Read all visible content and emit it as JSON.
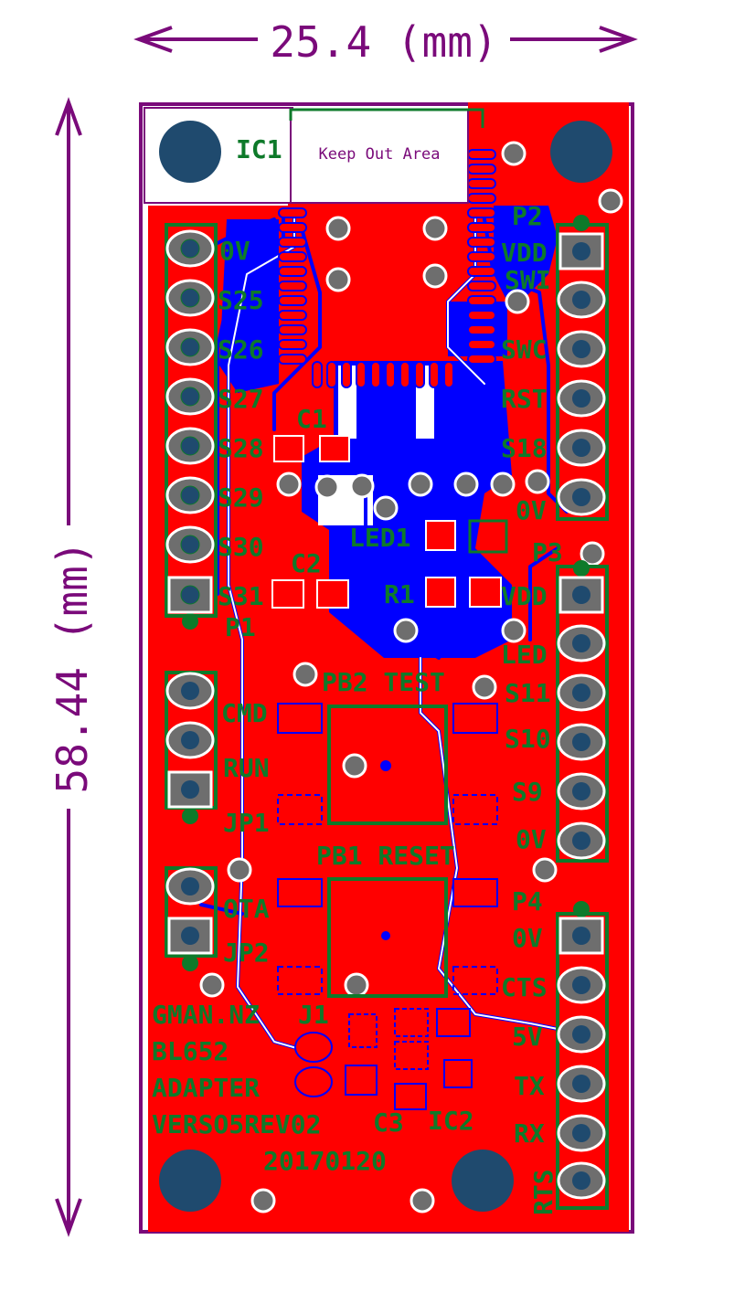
{
  "dimensions": {
    "width": "25.4 (mm)",
    "height": "58.44 (mm)"
  },
  "keepout": "Keep Out Area",
  "ic1": "IC1",
  "headers": {
    "p1": {
      "name": "P1",
      "pins": [
        "0V",
        "S25",
        "S26",
        "S27",
        "S28",
        "S29",
        "S30",
        "S31"
      ]
    },
    "jp1": {
      "name": "JP1",
      "pins": [
        "CMD",
        "RUN"
      ]
    },
    "jp2": {
      "name": "JP2",
      "pins": [
        "OTA"
      ]
    },
    "p2": {
      "name": "P2",
      "pins": [
        "VDD",
        "SWI",
        "SWC",
        "RST",
        "S18",
        "0V"
      ]
    },
    "p3": {
      "name": "P3",
      "pins": [
        "VDD",
        "LED",
        "S11",
        "S10",
        "S9",
        "0V"
      ]
    },
    "p4": {
      "name": "P4",
      "pins": [
        "0V",
        "CTS",
        "5V",
        "TX",
        "RX",
        "RTS"
      ]
    }
  },
  "components": {
    "c1": "C1",
    "c2": "C2",
    "led1": "LED1",
    "r1": "R1",
    "pb2": "PB2 TEST",
    "pb1": "PB1 RESET",
    "j1": "J1",
    "c3": "C3",
    "ic2": "IC2"
  },
  "board_label": [
    "GMAN.NZ",
    "BL652",
    "ADAPTER",
    "VERSO5REV02",
    "20170120"
  ],
  "colors": {
    "copper_top": "#ff0000",
    "copper_bottom": "#0000ff",
    "silkscreen": "#0e7a2a",
    "dimension": "#7a0a7a",
    "pad": "#6e6e6e",
    "hole": "#1f4a6e"
  }
}
